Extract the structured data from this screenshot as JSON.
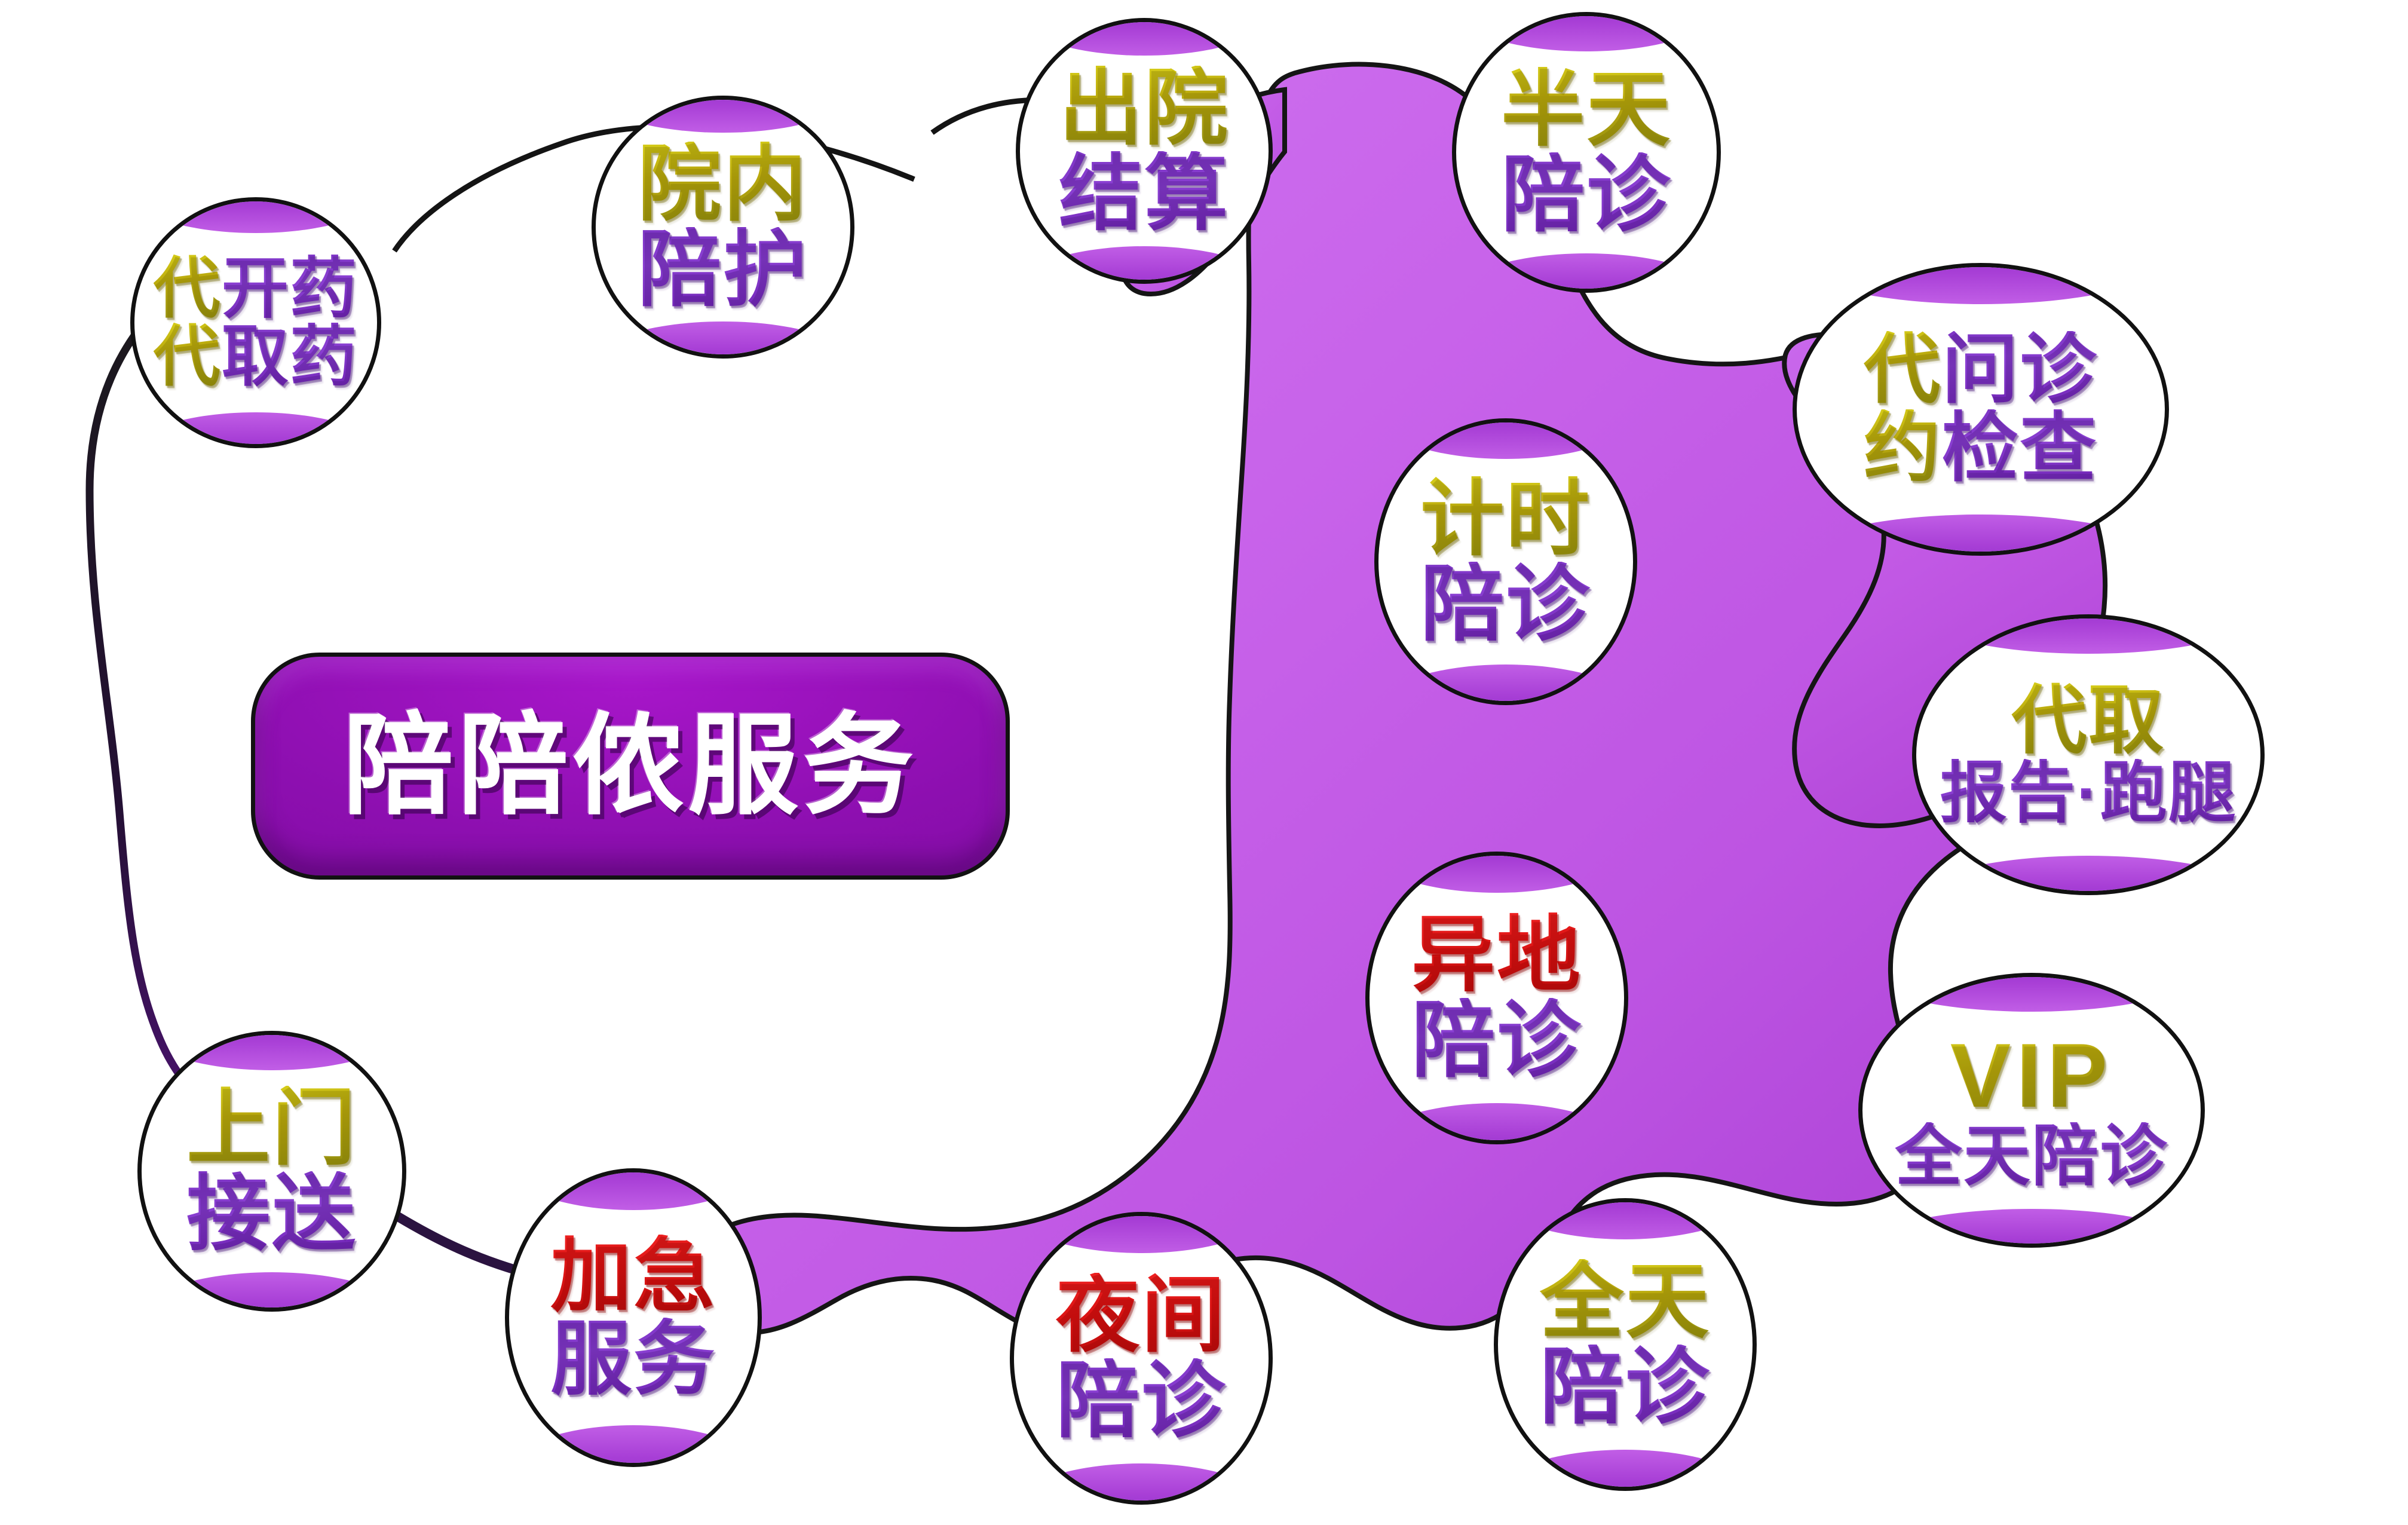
{
  "center": {
    "label": "陪陪侬服务"
  },
  "palette": {
    "olive": "#c6c112",
    "purple": "#7b2ec8",
    "red": "#e01b1b",
    "blob": "#c15ee6",
    "badge_bg": "#8d0fb0",
    "outline": "#111111",
    "page_bg": "#ffffff"
  },
  "bubbles": [
    {
      "id": "dai-kai-yao",
      "lines": [
        {
          "text": "代开药",
          "chars": [
            {
              "t": "代",
              "c": "olive"
            },
            {
              "t": "开",
              "c": "purple"
            },
            {
              "t": "药",
              "c": "purple"
            }
          ]
        },
        {
          "text": "代取药",
          "chars": [
            {
              "t": "代",
              "c": "olive"
            },
            {
              "t": "取",
              "c": "purple"
            },
            {
              "t": "药",
              "c": "purple"
            }
          ]
        }
      ]
    },
    {
      "id": "yuan-nei-pei-hu",
      "lines": [
        {
          "text": "院内",
          "chars": [
            {
              "t": "院",
              "c": "olive"
            },
            {
              "t": "内",
              "c": "olive"
            }
          ]
        },
        {
          "text": "陪护",
          "chars": [
            {
              "t": "陪",
              "c": "purple"
            },
            {
              "t": "护",
              "c": "purple"
            }
          ]
        }
      ]
    },
    {
      "id": "chu-yuan-jie-suan",
      "lines": [
        {
          "text": "出院",
          "chars": [
            {
              "t": "出",
              "c": "olive"
            },
            {
              "t": "院",
              "c": "olive"
            }
          ]
        },
        {
          "text": "结算",
          "chars": [
            {
              "t": "结",
              "c": "purple"
            },
            {
              "t": "算",
              "c": "purple"
            }
          ]
        }
      ]
    },
    {
      "id": "ban-tian-pei-zhen",
      "lines": [
        {
          "text": "半天",
          "chars": [
            {
              "t": "半",
              "c": "olive"
            },
            {
              "t": "天",
              "c": "olive"
            }
          ]
        },
        {
          "text": "陪诊",
          "chars": [
            {
              "t": "陪",
              "c": "purple"
            },
            {
              "t": "诊",
              "c": "purple"
            }
          ]
        }
      ]
    },
    {
      "id": "dai-wen-zhen",
      "lines": [
        {
          "text": "代问诊",
          "chars": [
            {
              "t": "代",
              "c": "olive"
            },
            {
              "t": "问",
              "c": "purple"
            },
            {
              "t": "诊",
              "c": "purple"
            }
          ]
        },
        {
          "text": "约检查",
          "chars": [
            {
              "t": "约",
              "c": "olive"
            },
            {
              "t": "检",
              "c": "purple"
            },
            {
              "t": "查",
              "c": "purple"
            }
          ]
        }
      ]
    },
    {
      "id": "ji-shi-pei-zhen",
      "lines": [
        {
          "text": "计时",
          "chars": [
            {
              "t": "计",
              "c": "olive"
            },
            {
              "t": "时",
              "c": "olive"
            }
          ]
        },
        {
          "text": "陪诊",
          "chars": [
            {
              "t": "陪",
              "c": "purple"
            },
            {
              "t": "诊",
              "c": "purple"
            }
          ]
        }
      ]
    },
    {
      "id": "dai-qu-bao-gao",
      "lines": [
        {
          "text": "代取",
          "chars": [
            {
              "t": "代",
              "c": "olive"
            },
            {
              "t": "取",
              "c": "olive"
            }
          ]
        },
        {
          "text": "报告·跑腿",
          "chars": [
            {
              "t": "报",
              "c": "purple"
            },
            {
              "t": "告",
              "c": "purple"
            },
            {
              "t": "·",
              "c": "purple"
            },
            {
              "t": "跑",
              "c": "purple"
            },
            {
              "t": "腿",
              "c": "purple"
            }
          ]
        }
      ]
    },
    {
      "id": "vip-quan-tian",
      "lines": [
        {
          "text": "VIP",
          "chars": [
            {
              "t": "VIP",
              "c": "olive"
            }
          ]
        },
        {
          "text": "全天陪诊",
          "chars": [
            {
              "t": "全",
              "c": "purple"
            },
            {
              "t": "天",
              "c": "purple"
            },
            {
              "t": "陪",
              "c": "purple"
            },
            {
              "t": "诊",
              "c": "purple"
            }
          ]
        }
      ]
    },
    {
      "id": "yi-di-pei-zhen",
      "lines": [
        {
          "text": "异地",
          "chars": [
            {
              "t": "异",
              "c": "red"
            },
            {
              "t": "地",
              "c": "red"
            }
          ]
        },
        {
          "text": "陪诊",
          "chars": [
            {
              "t": "陪",
              "c": "purple"
            },
            {
              "t": "诊",
              "c": "purple"
            }
          ]
        }
      ]
    },
    {
      "id": "quan-tian-pei-zhen",
      "lines": [
        {
          "text": "全天",
          "chars": [
            {
              "t": "全",
              "c": "olive"
            },
            {
              "t": "天",
              "c": "olive"
            }
          ]
        },
        {
          "text": "陪诊",
          "chars": [
            {
              "t": "陪",
              "c": "purple"
            },
            {
              "t": "诊",
              "c": "purple"
            }
          ]
        }
      ]
    },
    {
      "id": "ye-jian-pei-zhen",
      "lines": [
        {
          "text": "夜间",
          "chars": [
            {
              "t": "夜",
              "c": "red"
            },
            {
              "t": "间",
              "c": "red"
            }
          ]
        },
        {
          "text": "陪诊",
          "chars": [
            {
              "t": "陪",
              "c": "purple"
            },
            {
              "t": "诊",
              "c": "purple"
            }
          ]
        }
      ]
    },
    {
      "id": "jia-ji-fu-wu",
      "lines": [
        {
          "text": "加急",
          "chars": [
            {
              "t": "加",
              "c": "red"
            },
            {
              "t": "急",
              "c": "red"
            }
          ]
        },
        {
          "text": "服务",
          "chars": [
            {
              "t": "服",
              "c": "purple"
            },
            {
              "t": "务",
              "c": "purple"
            }
          ]
        }
      ]
    },
    {
      "id": "shang-men-jie-song",
      "lines": [
        {
          "text": "上门",
          "chars": [
            {
              "t": "上",
              "c": "olive"
            },
            {
              "t": "门",
              "c": "olive"
            }
          ]
        },
        {
          "text": "接送",
          "chars": [
            {
              "t": "接",
              "c": "purple"
            },
            {
              "t": "送",
              "c": "purple"
            }
          ]
        }
      ]
    }
  ]
}
